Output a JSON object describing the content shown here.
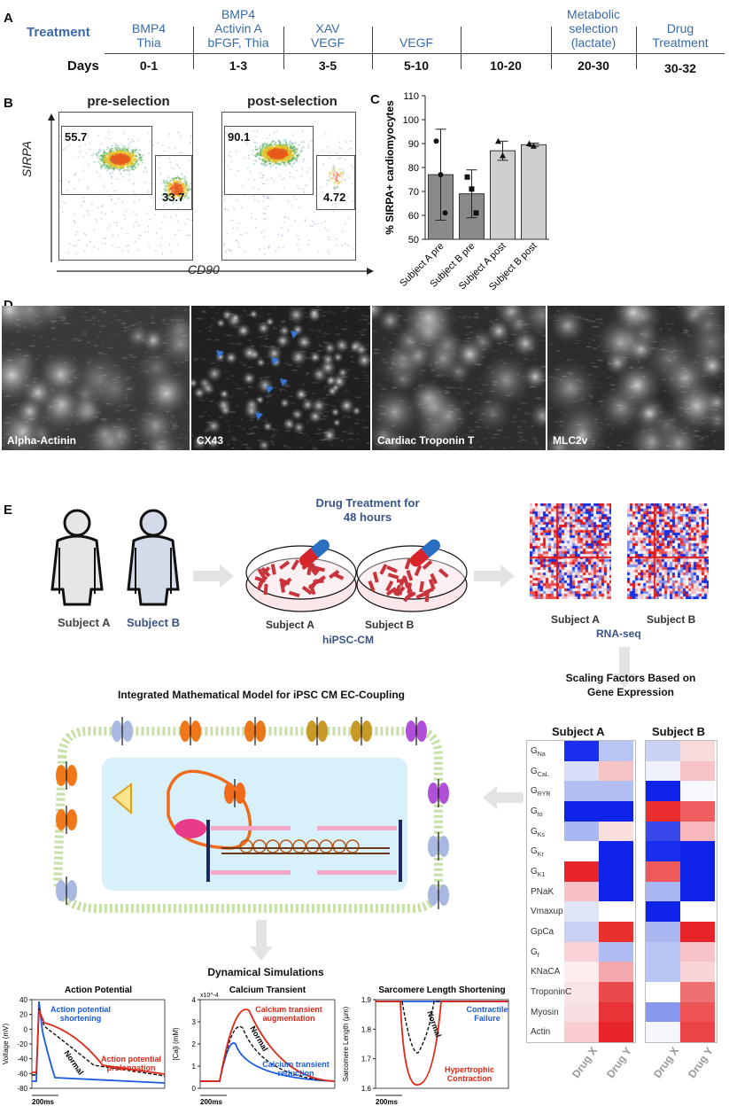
{
  "panels": {
    "A": "A",
    "B": "B",
    "C": "C",
    "D": "D",
    "E": "E"
  },
  "panelA": {
    "treatment_label": "Treatment",
    "days_label": "Days",
    "steps": [
      {
        "treatment": "BMP4\nThia",
        "days": "0-1"
      },
      {
        "treatment": "BMP4\nActivin A\nbFGF, Thia",
        "days": "1-3"
      },
      {
        "treatment": "XAV\nVEGF",
        "days": "3-5"
      },
      {
        "treatment": "VEGF",
        "days": "5-10"
      },
      {
        "treatment": "",
        "days": "10-20"
      },
      {
        "treatment": "Metabolic\nselection\n(lactate)",
        "days": "20-30"
      },
      {
        "treatment": "Drug\nTreatment",
        "days": "30-32"
      }
    ]
  },
  "panelB": {
    "pre_title": "pre-selection",
    "post_title": "post-selection",
    "y_axis": "SIRPA",
    "x_axis": "CD90",
    "pre_gate_top": "55.7",
    "pre_gate_bottom": "33.7",
    "post_gate_top": "90.1",
    "post_gate_bottom": "4.72"
  },
  "chart_data": {
    "type": "bar",
    "categories": [
      "Subject A pre",
      "Subject B pre",
      "Subject A post",
      "Subject B post"
    ],
    "values": [
      77,
      69,
      87,
      89.5
    ],
    "errors": [
      19,
      10,
      4,
      0.7
    ],
    "points": [
      [
        91,
        77,
        61
      ],
      [
        76,
        71,
        61
      ],
      [
        91,
        85
      ],
      [
        90,
        89
      ]
    ],
    "colors": [
      "#8a8a8a",
      "#8a8a8a",
      "#cfcfcf",
      "#cfcfcf"
    ],
    "ylabel": "% SIRPA+ cardiomyocytes",
    "ylim": [
      50,
      110
    ],
    "yticks": [
      50,
      60,
      70,
      80,
      90,
      100,
      110
    ]
  },
  "panelD": {
    "labels": [
      "Alpha-Actinin",
      "CX43",
      "Cardiac Troponin T",
      "MLC2v"
    ]
  },
  "panelE": {
    "subject_a": "Subject A",
    "subject_b": "Subject B",
    "drug_treatment": "Drug Treatment for\n48 hours",
    "hipsc": "hiPSC-CM",
    "rnaseq": "RNA-seq",
    "scaling": "Scaling Factors Based on\nGene Expression",
    "model_title": "Integrated Mathematical Model for iPSC CM EC-Coupling",
    "dyn_title": "Dynamical Simulations",
    "heatmap_rows": [
      "G|Na",
      "G|CaL",
      "G|RYR",
      "G|to",
      "G|Ks",
      "G|Kr",
      "G|K1",
      "PNaK",
      "Vmaxup",
      "GpCa",
      "G|f",
      "KNaCA",
      "TroponinC",
      "Myosin",
      "Actin"
    ],
    "heatmap_cols": [
      "Drug X",
      "Drug Y"
    ],
    "heatmapA": [
      [
        "#1a2ef0",
        "#b7c4f4"
      ],
      [
        "#d9def6",
        "#f4c4c4"
      ],
      [
        "#b3bff2",
        "#b3bff2"
      ],
      [
        "#0e22e8",
        "#0e22e8"
      ],
      [
        "#a8b6f2",
        "#f8dede"
      ],
      [
        "#ffffff",
        "#0e22e8"
      ],
      [
        "#e8252a",
        "#0e22e8"
      ],
      [
        "#f6c0c4",
        "#0e22e8"
      ],
      [
        "#dfe4f6",
        "#ffffff"
      ],
      [
        "#c8d0f4",
        "#e8302c"
      ],
      [
        "#fad2d6",
        "#aebcf2"
      ],
      [
        "#fcecee",
        "#f2a8ac"
      ],
      [
        "#fae4e6",
        "#ea4a4c"
      ],
      [
        "#f8e0e2",
        "#e83436"
      ],
      [
        "#f9cccf",
        "#e8252a"
      ]
    ],
    "heatmapB": [
      [
        "#cad2f4",
        "#f7dadc"
      ],
      [
        "#eef0fa",
        "#f5c2c6"
      ],
      [
        "#0e22e8",
        "#f8f8fc"
      ],
      [
        "#ea2e2e",
        "#ee5e60"
      ],
      [
        "#3848ea",
        "#f6b8bc"
      ],
      [
        "#1a2ef0",
        "#0e22e8"
      ],
      [
        "#ee5a5c",
        "#0e22e8"
      ],
      [
        "#a8b6f2",
        "#0e22e8"
      ],
      [
        "#0e22e8",
        "#ffffff"
      ],
      [
        "#aab8f2",
        "#e8252a"
      ],
      [
        "#b8c4f4",
        "#f6c4c8"
      ],
      [
        "#b8c4f4",
        "#f8d4d6"
      ],
      [
        "#ffffff",
        "#ee7072"
      ],
      [
        "#8898ee",
        "#ec5456"
      ],
      [
        "#f4f6fc",
        "#ea4446"
      ]
    ],
    "ap": {
      "title": "Action Potential",
      "ylabel": "Voltage (mV)",
      "yticks": [
        "40",
        "20",
        "0",
        "-20",
        "-40",
        "-60",
        "-80"
      ],
      "short": "Action potential\nshortening",
      "normal": "Normal",
      "prolong": "Action potential\nprolongation",
      "scale": "200ms"
    },
    "ca": {
      "title": "Calcium Transient",
      "ylabel": "[Ca]i (mM)",
      "mult": "x10^-4",
      "yticks": [
        "4",
        "3",
        "2",
        "1",
        "0"
      ],
      "aug": "Calcium transient\naugmentation",
      "normal": "Normal",
      "red": "Calcium transient\nreduction",
      "scale": "200ms"
    },
    "sl": {
      "title": "Sarcomere Length Shortening",
      "ylabel": "Sarcomere Length (µm)",
      "yticks": [
        "1.9",
        "1.8",
        "1.7",
        "1.6"
      ],
      "fail": "Contractile\nFailure",
      "normal": "Normal",
      "hyper": "Hypertrophic\nContraction",
      "scale": "200ms"
    }
  }
}
